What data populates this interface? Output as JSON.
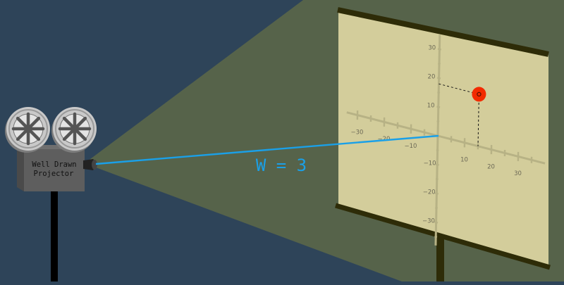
{
  "colors": {
    "background": "#2e4459",
    "beam": "#56634a",
    "screen": "#d3cd9b",
    "screen_frame": "#2e2c08",
    "axes": "#b7b285",
    "tick_label": "#6c6956",
    "projector_body": "#5e5e5e",
    "reel": "#c9c9c9",
    "ray": "#1aa0e8",
    "point": "#f22a00",
    "stand": "#000000"
  },
  "projector": {
    "label_line1": "Well Drawn",
    "label_line2": "Projector"
  },
  "annotation": {
    "text": "W = 3"
  },
  "chart_data": {
    "type": "scatter",
    "x_ticks": [
      -30,
      -20,
      -10,
      10,
      20,
      30
    ],
    "y_ticks": [
      30,
      20,
      10,
      -10,
      -20,
      -30
    ],
    "x_tick_labels": [
      "−30",
      "−20",
      "−10",
      "10",
      "20",
      "30"
    ],
    "y_tick_labels": [
      "30",
      "20",
      "10",
      "−10",
      "−20",
      "−30"
    ],
    "xlim": [
      -34,
      40
    ],
    "ylim": [
      -38,
      35
    ],
    "points": [
      {
        "x": 15,
        "y": 18
      }
    ],
    "grid": false
  }
}
